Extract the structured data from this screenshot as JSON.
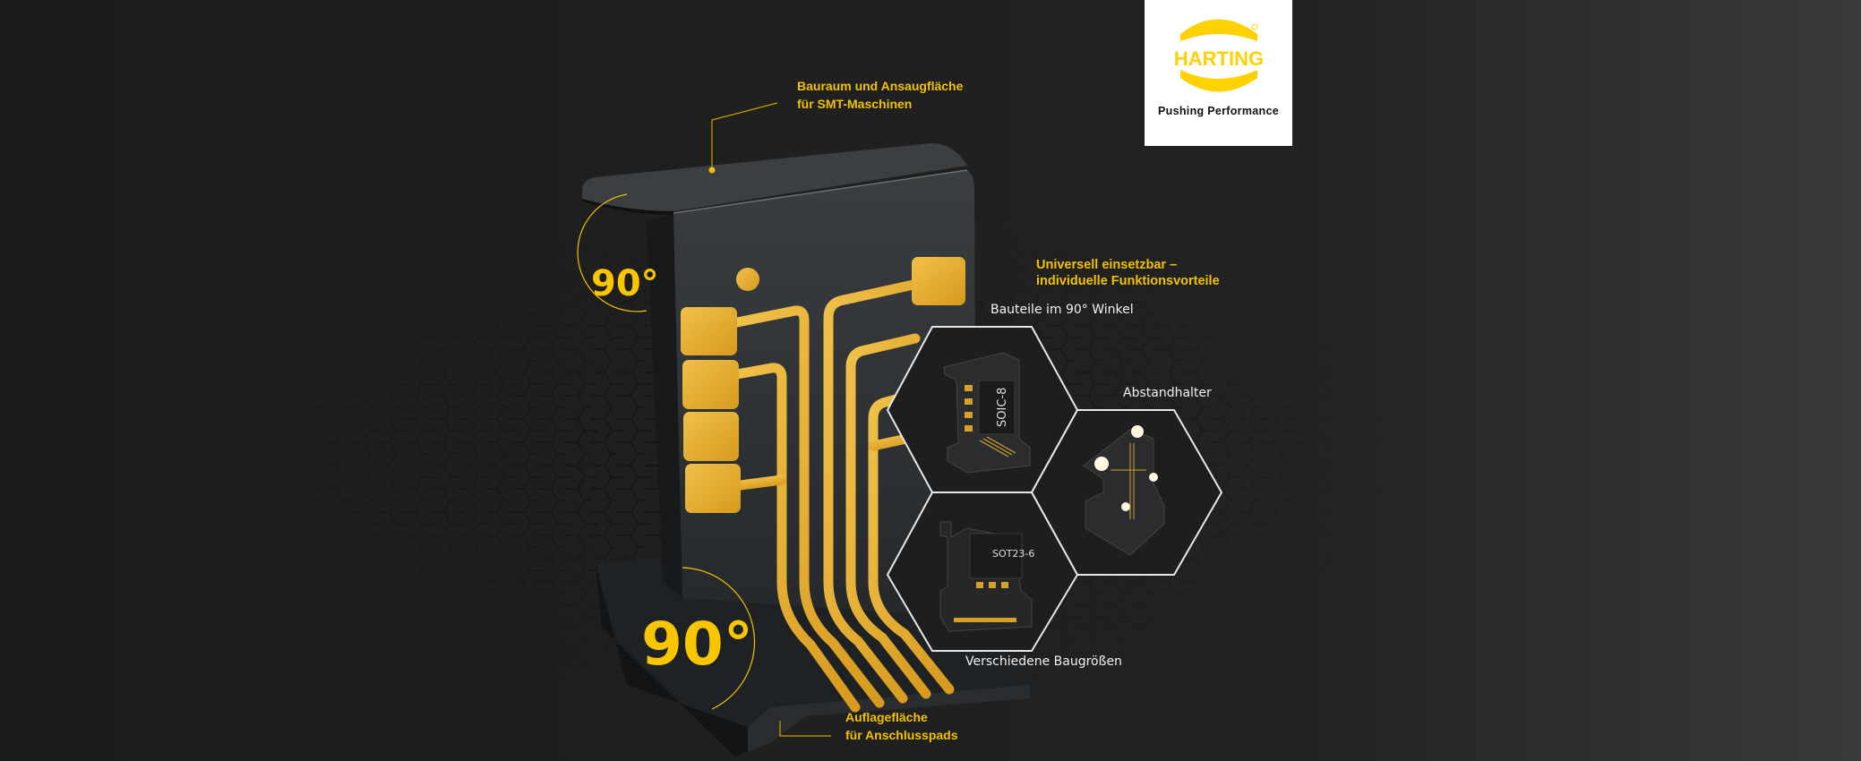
{
  "brand": {
    "logo_text": "HARTING",
    "tagline": "Pushing Performance",
    "color": "#FFD100"
  },
  "colors": {
    "accent": "#F2C200",
    "background": "#1D1D1D",
    "gold": "#E0A722"
  },
  "callouts": {
    "top": {
      "line1": "Bauraum und Ansaugfläche",
      "line2": "für SMT-Maschinen"
    },
    "bottom": {
      "line1": "Auflagefläche",
      "line2": "für Anschlusspads"
    },
    "right": {
      "line1": "Universell einsetzbar –",
      "line2": "individuelle Funktionsvorteile"
    }
  },
  "angles": {
    "upper": "90°",
    "lower": "90°"
  },
  "features": [
    {
      "label": "Bauteile im 90° Winkel",
      "chip_label": "SOIC-8"
    },
    {
      "label": "Abstandhalter"
    },
    {
      "label": "Verschiedene Baugrößen",
      "chip_label": "SOT23-6"
    }
  ]
}
